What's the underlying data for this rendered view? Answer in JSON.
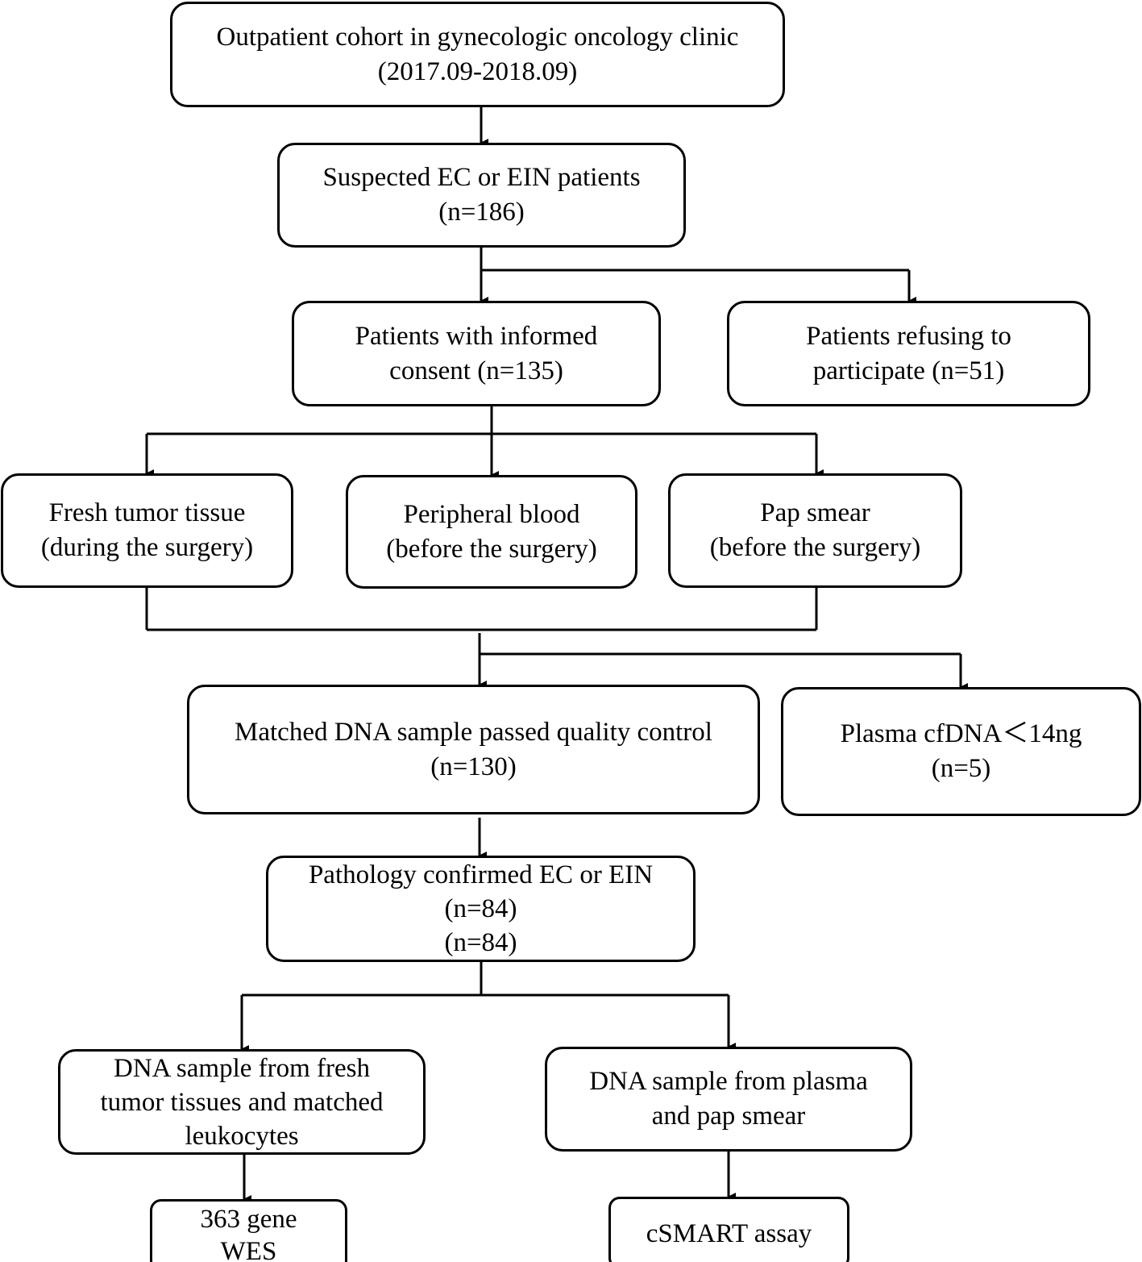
{
  "nodes": {
    "outpatient": {
      "lines": [
        "Outpatient cohort in gynecologic oncology clinic",
        "(2017.09-2018.09)"
      ]
    },
    "suspected": {
      "lines": [
        "Suspected EC or EIN patients",
        "(n=186)"
      ]
    },
    "consent": {
      "lines": [
        "Patients with informed",
        "consent (n=135)"
      ]
    },
    "refusing": {
      "lines": [
        "Patients refusing to",
        "participate (n=51)"
      ]
    },
    "tissue": {
      "lines": [
        "Fresh tumor tissue",
        "(during the surgery)"
      ]
    },
    "blood": {
      "lines": [
        "Peripheral blood",
        "(before the surgery)"
      ]
    },
    "pap": {
      "lines": [
        "Pap smear",
        "(before the surgery)"
      ]
    },
    "matched": {
      "lines": [
        "Matched DNA sample passed quality control",
        "(n=130)"
      ]
    },
    "plasma_low": {
      "lines": [
        "Plasma cfDNA＜14ng",
        "(n=5)"
      ]
    },
    "pathology": {
      "lines": [
        "Pathology confirmed EC or EIN",
        "(n=84)",
        "(n=84)"
      ]
    },
    "dna_tissue": {
      "lines": [
        "DNA sample from fresh",
        "tumor tissues and matched",
        "leukocytes"
      ]
    },
    "dna_plasma": {
      "lines": [
        "DNA sample from plasma",
        "and pap smear"
      ]
    },
    "wes": {
      "lines": [
        "363 gene",
        "WES"
      ]
    },
    "csmart": {
      "lines": [
        "cSMART assay"
      ]
    }
  },
  "colors": {
    "stroke": "#000000",
    "background": "#ffffff"
  }
}
